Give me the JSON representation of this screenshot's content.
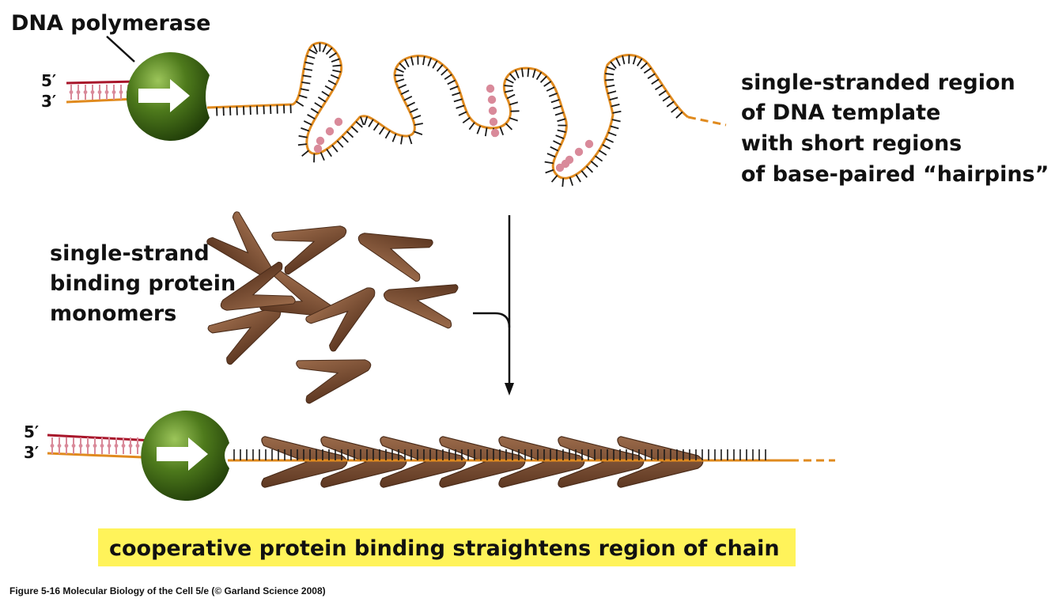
{
  "top": {
    "polymerase_label": "DNA polymerase",
    "end_5": "5′",
    "end_3": "3′",
    "template_label": [
      "single-stranded region",
      "of DNA template",
      "with short regions",
      "of base-paired “hairpins”"
    ]
  },
  "middle": {
    "ssb_label": [
      "single-strand",
      "binding protein",
      "monomers"
    ]
  },
  "bottom": {
    "end_5": "5′",
    "end_3": "3′",
    "highlight_caption": "cooperative protein binding straightens region of chain"
  },
  "footer": {
    "credit": "Figure 5-16  Molecular Biology of the Cell 5/e (© Garland Science 2008)"
  },
  "colors": {
    "template_strand": "#e08a1e",
    "new_strand": "#a8152a",
    "base_pair_dot": "#d98a9a",
    "polymerase": "#4e7a1c",
    "protein": "#7a4e34",
    "highlight": "#fff35a"
  }
}
